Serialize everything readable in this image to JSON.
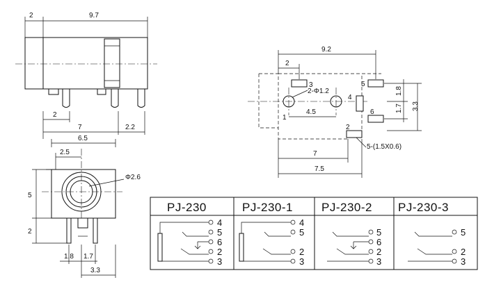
{
  "side_view": {
    "dim_top_left": "2",
    "dim_overall": "9.7",
    "dim_pin_left": "2",
    "dim_7": "7",
    "dim_2_2": "2.2",
    "dim_6_5": "6.5"
  },
  "front_view": {
    "dim_2_5": "2.5",
    "dim_phi": "Φ2.6",
    "dim_5": "5",
    "dim_2": "2",
    "dim_1_8": "1.8",
    "dim_1_7": "1.7",
    "dim_3_3": "3.3"
  },
  "footprint": {
    "dim_9_2": "9.2",
    "dim_2": "2",
    "hole_label": "2-Φ1.2",
    "dim_4_5": "4.5",
    "dim_1_8": "1.8",
    "dim_1_7": "1.7",
    "dim_3_3": "3.3",
    "dim_7": "7",
    "dim_7_5": "7.5",
    "pad_label": "5-(1.5X0.6)",
    "pad_numbers": [
      "1",
      "2",
      "3",
      "4",
      "5",
      "6"
    ]
  },
  "table": {
    "models": [
      "PJ-230",
      "PJ-230-1",
      "PJ-230-2",
      "PJ-230-3"
    ],
    "pins": [
      [
        "4",
        "5",
        "6",
        "2",
        "3"
      ],
      [
        "4",
        "5",
        "2",
        "3"
      ],
      [
        "5",
        "6",
        "2",
        "3"
      ],
      [
        "5",
        "2",
        "3"
      ]
    ]
  }
}
